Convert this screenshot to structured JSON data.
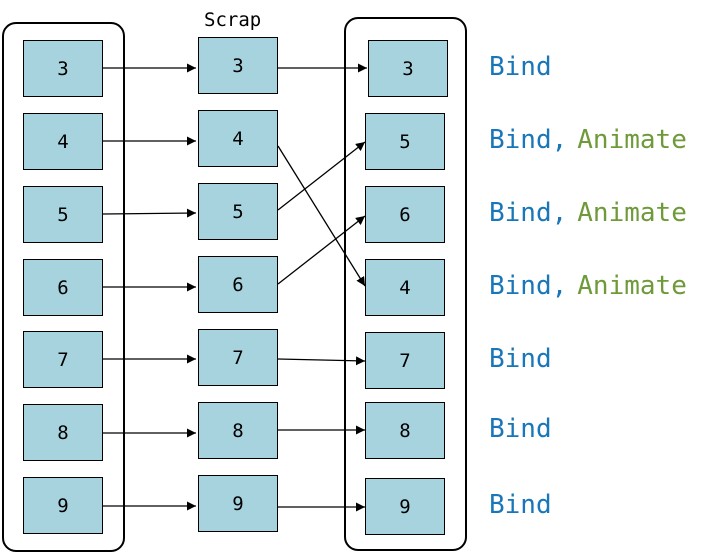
{
  "diagram": {
    "middle_title": "Scrap",
    "left_column": [
      "3",
      "4",
      "5",
      "6",
      "7",
      "8",
      "9"
    ],
    "middle_column": [
      "3",
      "4",
      "5",
      "6",
      "7",
      "8",
      "9"
    ],
    "right_column": [
      "3",
      "5",
      "6",
      "4",
      "7",
      "8",
      "9"
    ],
    "annotations": [
      {
        "bind": "Bind",
        "animate": ""
      },
      {
        "bind": "Bind,",
        "animate": "Animate"
      },
      {
        "bind": "Bind,",
        "animate": "Animate"
      },
      {
        "bind": "Bind,",
        "animate": "Animate"
      },
      {
        "bind": "Bind",
        "animate": ""
      },
      {
        "bind": "Bind",
        "animate": ""
      },
      {
        "bind": "Bind",
        "animate": ""
      }
    ],
    "colors": {
      "node_fill": "#a7d3df",
      "bind_text": "#1976b8",
      "animate_text": "#6f9a3a"
    }
  }
}
